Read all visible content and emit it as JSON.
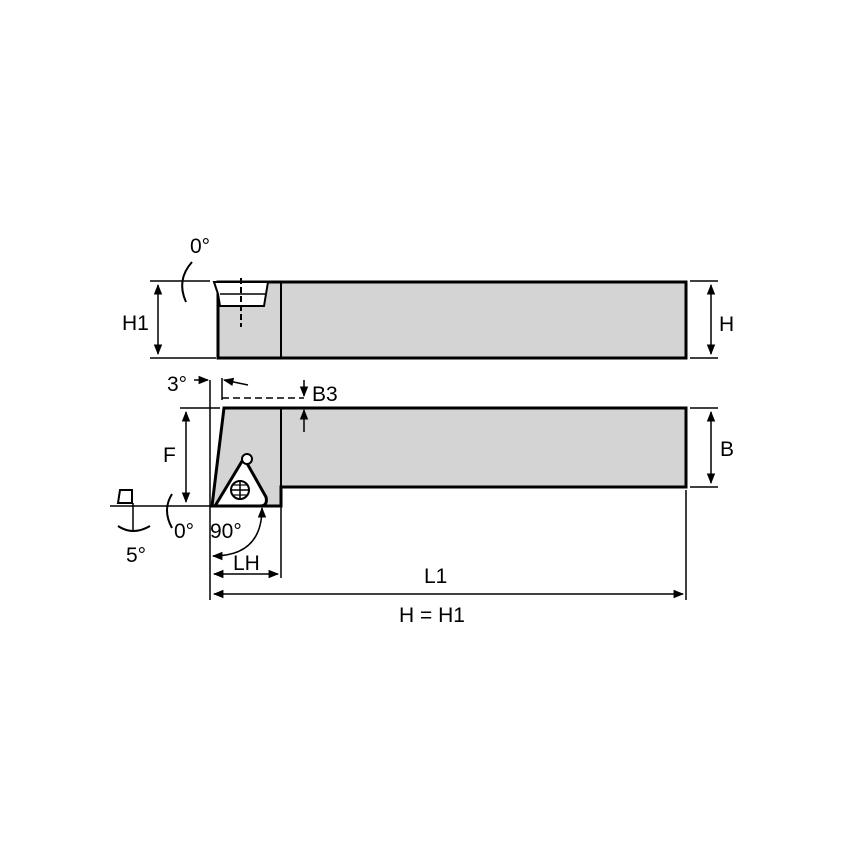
{
  "diagram": {
    "type": "technical-drawing",
    "subject": "turning tool holder with triangular insert",
    "colors": {
      "body_fill": "#d4d4d4",
      "stroke": "#000000",
      "background": "#ffffff"
    },
    "top_view": {
      "angle_label": "0°",
      "height_label": "H1",
      "right_height_label": "H"
    },
    "side_view": {
      "angle_3_label": "3°",
      "b3_label": "B3",
      "f_label": "F",
      "b_label": "B",
      "angle_0_label": "0°",
      "angle_5_label": "5°",
      "angle_90_label": "90°",
      "lh_label": "LH"
    },
    "dimensions": {
      "l1_label": "L1",
      "note": "H = H1"
    }
  }
}
